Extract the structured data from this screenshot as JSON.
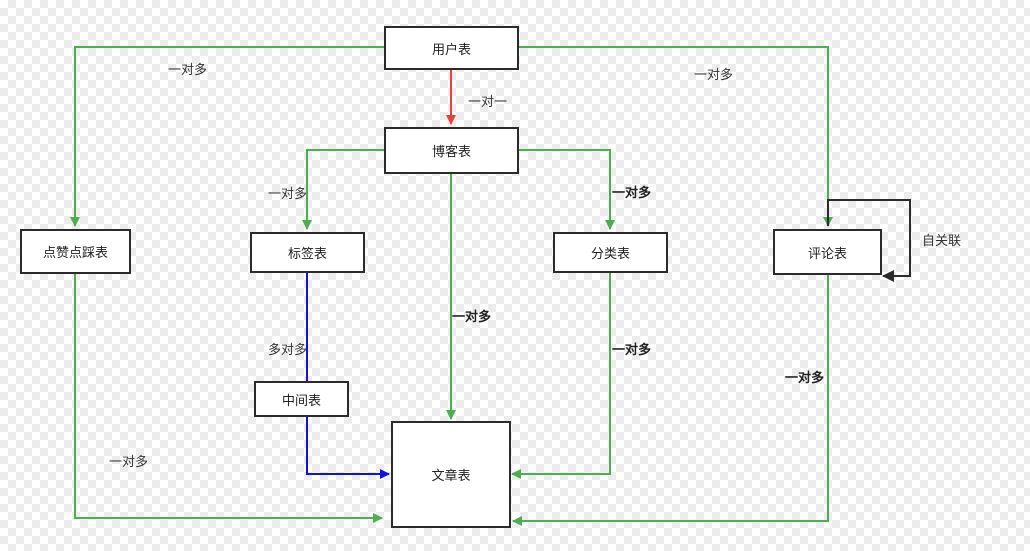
{
  "diagram": {
    "nodes": {
      "user": "用户表",
      "blog": "博客表",
      "like": "点赞点踩表",
      "tag": "标签表",
      "category": "分类表",
      "comment": "评论表",
      "middle": "中间表",
      "article": "文章表"
    },
    "edges": {
      "user_like": "一对多",
      "user_blog": "一对一",
      "user_comment": "一对多",
      "blog_tag": "一对多",
      "blog_category": "一对多",
      "blog_article": "一对多",
      "comment_self": "自关联",
      "tag_middle": "多对多",
      "category_article": "一对多",
      "comment_article": "一对多",
      "like_article": "一对多"
    },
    "colors": {
      "one_to_many": "#4cae4f",
      "one_to_one": "#e8413b",
      "many_to_many": "#1010e8",
      "self_relation": "#2b2b2b"
    }
  }
}
